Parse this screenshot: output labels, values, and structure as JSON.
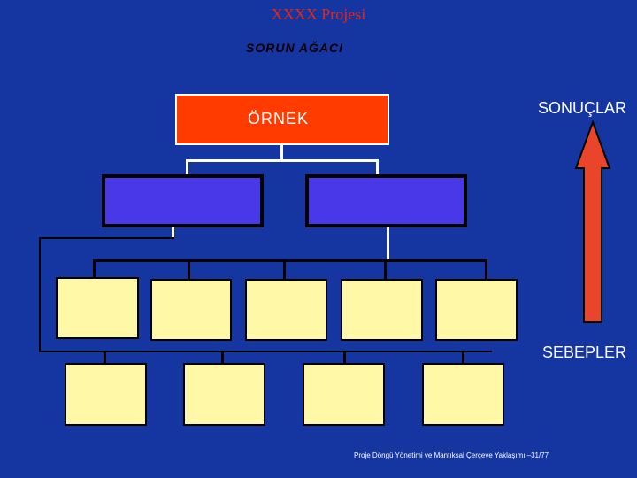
{
  "title": "XXXX Projesi",
  "subtitle": "SORUN AĞACI",
  "top_box_label": "ÖRNEK",
  "top_label": "SONUÇLAR",
  "bottom_label": "SEBEPLER",
  "footer": "Proje Döngü Yönetimi ve Mantıksal Çerçeve Yaklaşımı  –31/77",
  "colors": {
    "background": "#1535a0",
    "top_box": "#ff3b00",
    "mid_box": "#4838e8",
    "leaf_box": "#fff8a6",
    "arrow": "#e8452a",
    "title": "#e0281e"
  },
  "icons": [
    "up-arrow-icon"
  ]
}
